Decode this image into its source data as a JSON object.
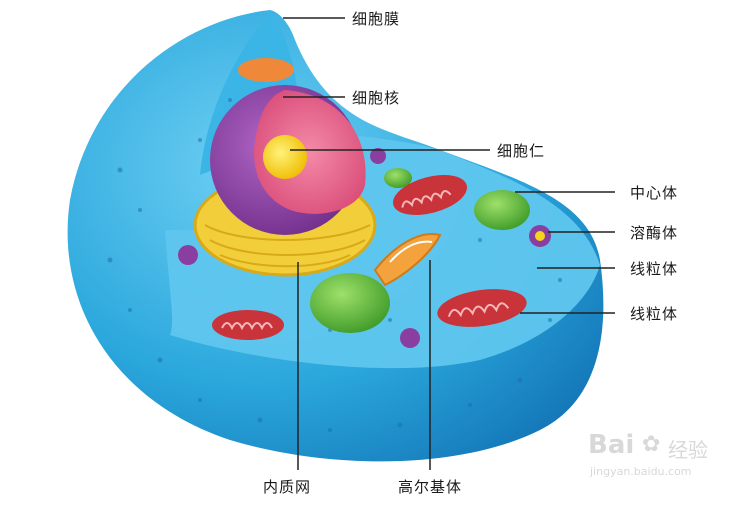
{
  "diagram": {
    "labels": {
      "cell_membrane": "细胞膜",
      "nucleus": "细胞核",
      "nucleolus": "细胞仁",
      "centrosome": "中心体",
      "lysosome": "溶酶体",
      "mitochondrion_1": "线粒体",
      "mitochondrion_2": "线粒体",
      "endoplasmic_reticulum": "内质网",
      "golgi": "高尔基体"
    },
    "colors": {
      "cytoplasm": "#2aa7dc",
      "cytoplasm_cut": "#5fc6ee",
      "membrane_dark": "#1477b8",
      "nucleus_outer": "#8a3fa0",
      "nucleus_inner": "#e9668f",
      "nucleolus": "#f4d51c",
      "er": "#f2cf3a",
      "mitochondria": "#c9333a",
      "green_organelle": "#5cb33a",
      "leader_line": "#222222"
    }
  },
  "watermark": {
    "brand": "Bai",
    "brand_cn": "经验",
    "url": "jingyan.baidu.com"
  }
}
